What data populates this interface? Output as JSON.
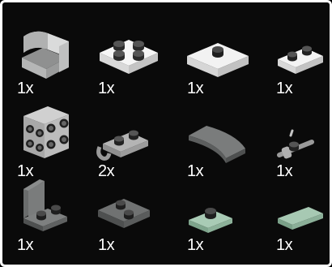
{
  "parts": [
    {
      "qty": "1x",
      "icon": "light-gray-curved-panel-icon",
      "color": "#cfd0d0"
    },
    {
      "qty": "1x",
      "icon": "white-plate-2x2-icon",
      "color": "#f3f3f3"
    },
    {
      "qty": "1x",
      "icon": "white-plate-2x2-one-stud-icon",
      "color": "#f3f3f3"
    },
    {
      "qty": "1x",
      "icon": "white-plate-1x2-icon",
      "color": "#f3f3f3"
    },
    {
      "qty": "1x",
      "icon": "light-gray-brick-studs-on-side-icon",
      "color": "#a9a9a9"
    },
    {
      "qty": "2x",
      "icon": "light-gray-plate-with-clip-icon",
      "color": "#a9a9a9"
    },
    {
      "qty": "1x",
      "icon": "dark-gray-curved-slope-icon",
      "color": "#6c6e6e"
    },
    {
      "qty": "1x",
      "icon": "light-gray-bar-holder-icon",
      "color": "#a9a9a9"
    },
    {
      "qty": "1x",
      "icon": "dark-gray-angle-bracket-icon",
      "color": "#6c6e6e"
    },
    {
      "qty": "1x",
      "icon": "dark-gray-plate-2x2-icon",
      "color": "#6c6e6e"
    },
    {
      "qty": "1x",
      "icon": "sand-green-jumper-plate-icon",
      "color": "#9cc1a9"
    },
    {
      "qty": "1x",
      "icon": "sand-green-tile-1x2-icon",
      "color": "#9cc1a9"
    }
  ]
}
